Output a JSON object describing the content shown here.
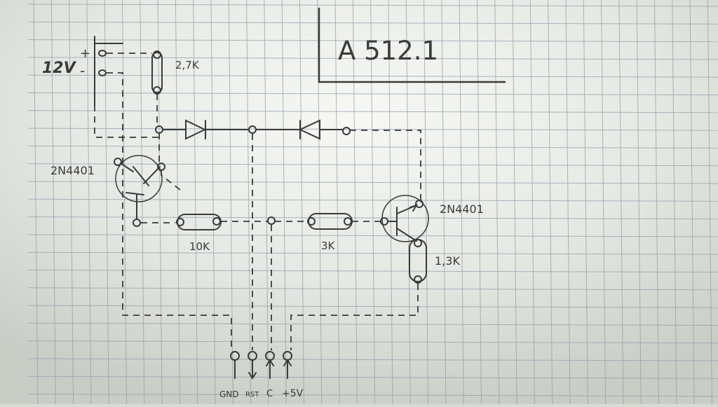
{
  "title": "A 512.1",
  "supply": {
    "label": "12V",
    "plus": "+",
    "minus": "-"
  },
  "components": {
    "r_top": "2,7K",
    "r_left": "10K",
    "r_mid": "3K",
    "r_right": "1,3K",
    "q_left": "2N4401",
    "q_right": "2N4401"
  },
  "terminals": [
    "GND",
    "RST",
    "C",
    "+5V"
  ],
  "colors": {
    "ink": "#3a3a3a",
    "grid": "#8e9eae",
    "paper": "#e9ebe6"
  }
}
